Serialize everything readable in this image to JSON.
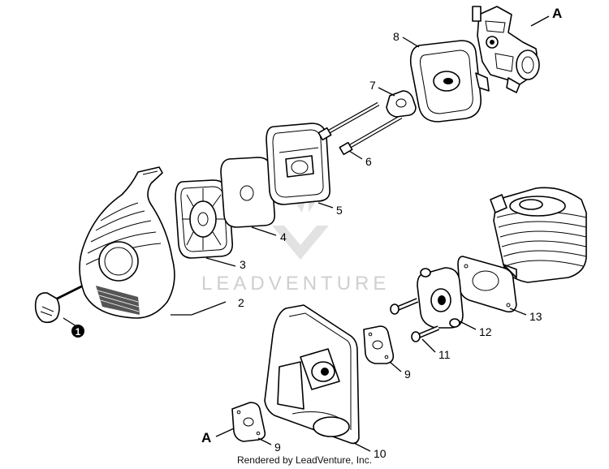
{
  "diagram": {
    "callouts": [
      {
        "id": "1",
        "label": "1",
        "style": "filled-circle"
      },
      {
        "id": "2",
        "label": "2"
      },
      {
        "id": "3",
        "label": "3"
      },
      {
        "id": "4",
        "label": "4"
      },
      {
        "id": "5",
        "label": "5"
      },
      {
        "id": "6",
        "label": "6"
      },
      {
        "id": "7",
        "label": "7"
      },
      {
        "id": "8",
        "label": "8"
      },
      {
        "id": "9a",
        "label": "9"
      },
      {
        "id": "9b",
        "label": "9"
      },
      {
        "id": "10",
        "label": "10"
      },
      {
        "id": "11",
        "label": "11"
      },
      {
        "id": "12",
        "label": "12"
      },
      {
        "id": "13",
        "label": "13"
      }
    ],
    "references": [
      {
        "id": "A_top",
        "label": "A"
      },
      {
        "id": "A_bottom",
        "label": "A"
      }
    ],
    "watermark": "LEADVENTURE",
    "footer": "Rendered by LeadVenture, Inc."
  },
  "colors": {
    "line": "#000000",
    "watermark": "#cfcfcf",
    "background": "#ffffff"
  }
}
